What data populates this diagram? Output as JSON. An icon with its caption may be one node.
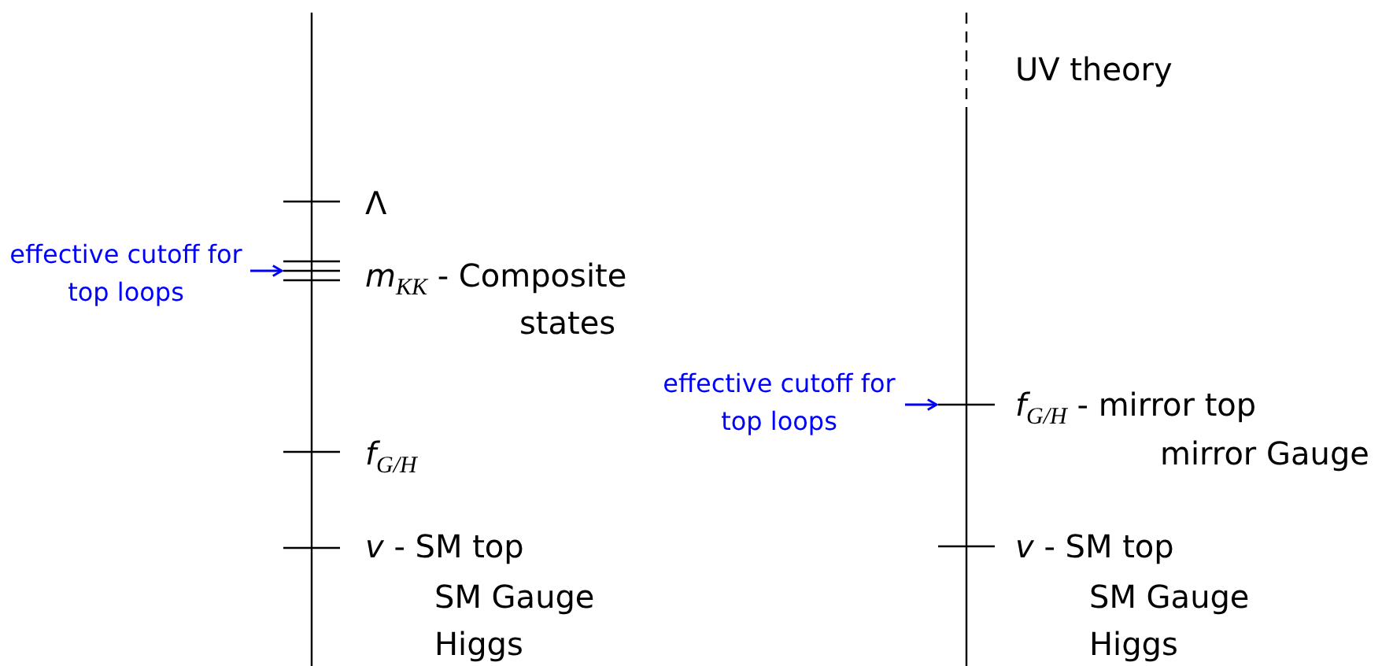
{
  "diagram": {
    "nodes": [
      {
        "text": [
          "effective cutoff for top loops"
        ]
      },
      {
        "text": [],
        "shape": "bar"
      },
      {
        "text": [
          "effective cutoff for top loops"
        ]
      },
      {
        "text": [],
        "shape": "bar"
      }
    ],
    "edges": [
      {
        "from": 0,
        "to": 1,
        "arrow": "to",
        "color": "#0000ff"
      },
      {
        "from": 2,
        "to": 3,
        "arrow": "to",
        "color": "#0000ff"
      }
    ],
    "labels": [
      "UV theory",
      "Λ",
      "*m*$_{KK}$ - Composite",
      "states",
      "*f*$_{G/H}$ - mirror top",
      "*f*$_{G/H}$",
      "mirror Gauge",
      "*v* - SM top",
      "*v* - SM top",
      "SM Gauge",
      "SM Gauge",
      "Higgs",
      "Higgs"
    ]
  }
}
